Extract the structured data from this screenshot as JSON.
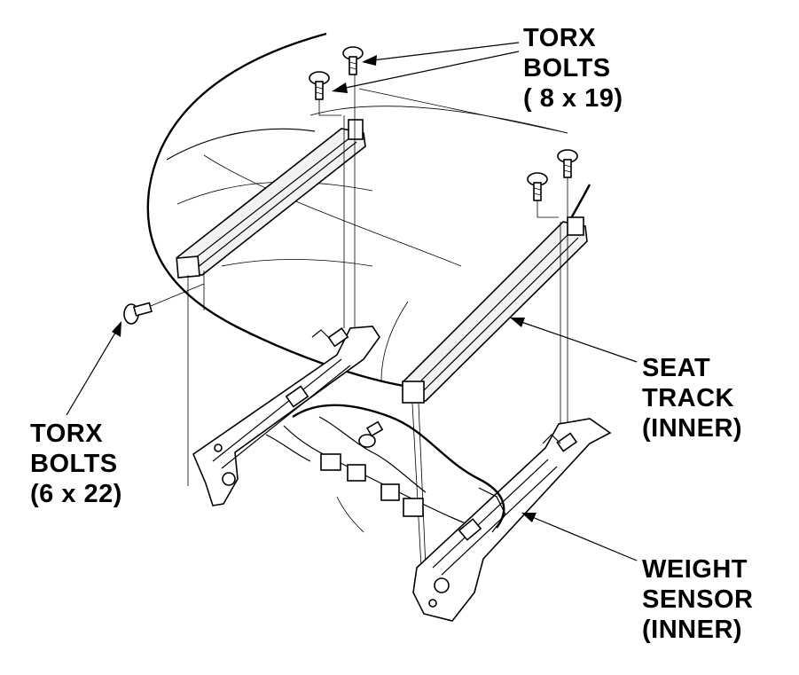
{
  "callouts": {
    "torx_top": {
      "line1": "TORX",
      "line2": "BOLTS",
      "line3": "( 8 x 19)"
    },
    "torx_left": {
      "line1": "TORX",
      "line2": "BOLTS",
      "line3": "(6 x 22)"
    },
    "seat_track": {
      "line1": "SEAT",
      "line2": "TRACK",
      "line3": "(INNER)"
    },
    "weight_sensor": {
      "line1": "WEIGHT",
      "line2": "SENSOR",
      "line3": "(INNER)"
    }
  },
  "colors": {
    "ink": "#000000",
    "paper": "#ffffff"
  },
  "icons": {
    "bolt": "torx-bolt-icon"
  }
}
